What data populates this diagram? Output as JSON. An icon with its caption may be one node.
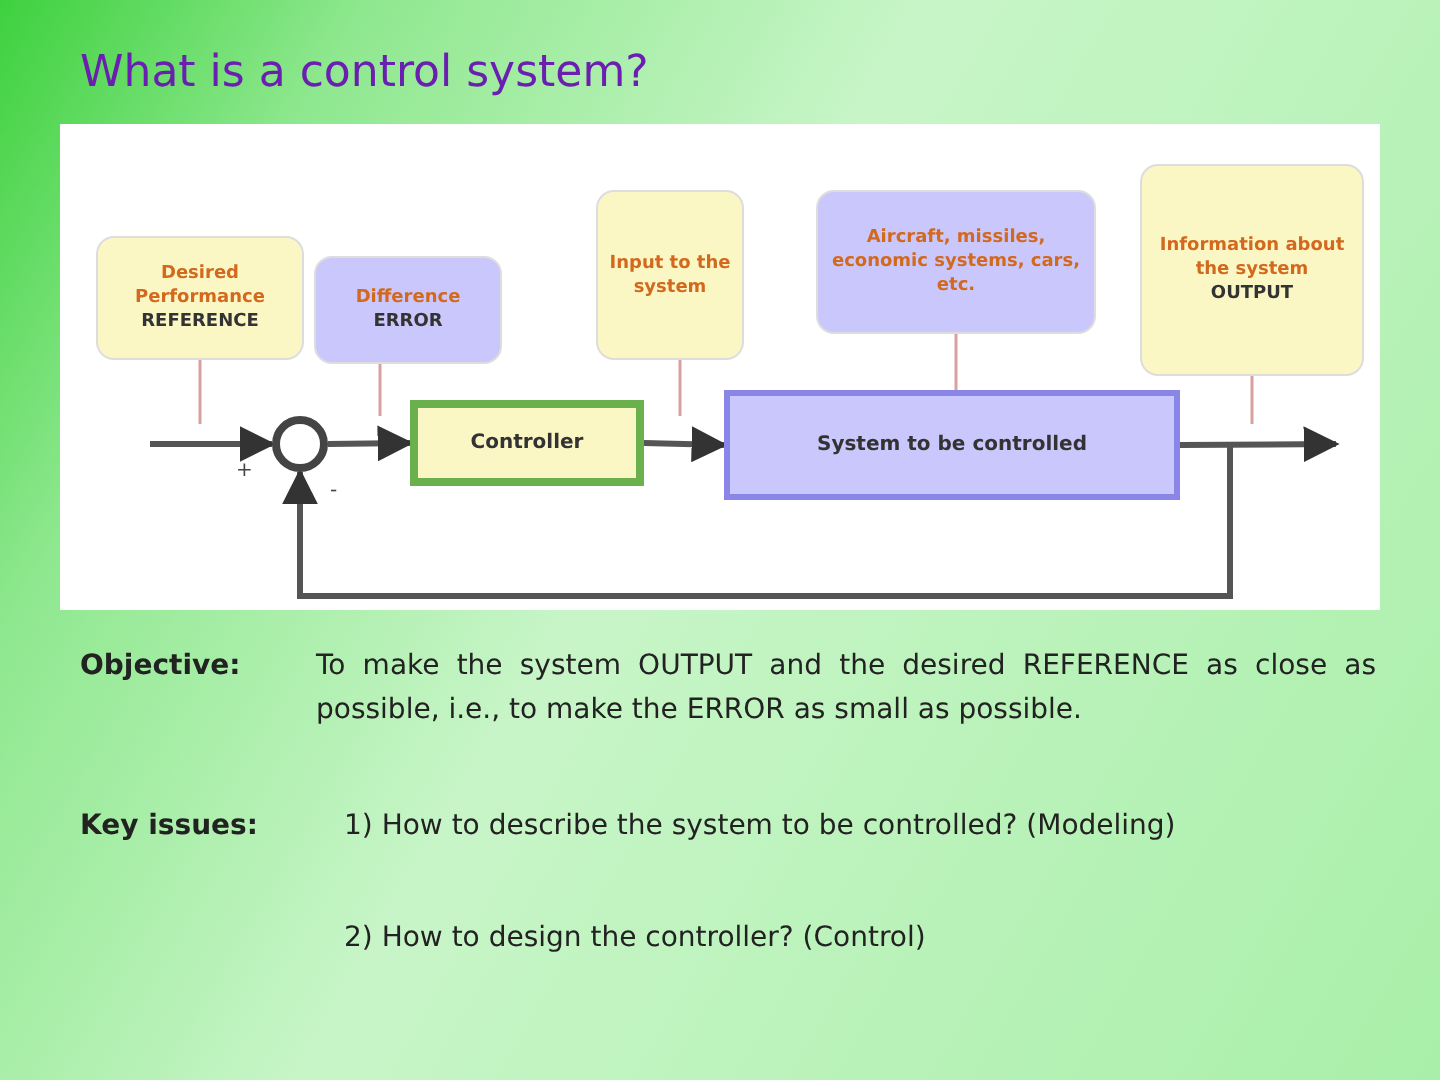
{
  "diagram": {
    "title": "What is a control system?",
    "nodes": [
      {
        "text": [
          "Desired Performance",
          "REFERENCE"
        ]
      },
      {
        "text": [
          "Difference",
          "ERROR"
        ]
      },
      {
        "text": [
          "Input to the system"
        ]
      },
      {
        "text": [
          "Aircraft, missiles, economic systems, cars, etc."
        ]
      },
      {
        "text": [
          "Information about the system",
          "OUTPUT"
        ]
      },
      {
        "text": [],
        "shape": "circle"
      },
      {
        "text": [
          "Controller"
        ]
      },
      {
        "text": [
          "System to be controlled"
        ]
      }
    ],
    "edges": [
      {
        "from": null,
        "to": 5,
        "arrow": "to",
        "style": "thick"
      },
      {
        "from": 5,
        "to": 6,
        "arrow": "to",
        "style": "thick"
      },
      {
        "from": 6,
        "to": 7,
        "arrow": "to",
        "style": "thick"
      },
      {
        "from": 7,
        "to": null,
        "arrow": "to",
        "style": "thick"
      },
      {
        "from": 7,
        "to": 5,
        "arrow": "to",
        "style": "thick"
      },
      {
        "from": 0,
        "to": null,
        "arrow": "none",
        "color": "#d8a0a0"
      },
      {
        "from": 1,
        "to": null,
        "arrow": "none",
        "color": "#d8a0a0"
      },
      {
        "from": 2,
        "to": null,
        "arrow": "none",
        "color": "#d8a0a0"
      },
      {
        "from": 3,
        "to": 7,
        "arrow": "none",
        "color": "#d8a0a0"
      },
      {
        "from": 4,
        "to": null,
        "arrow": "none",
        "color": "#d8a0a0"
      }
    ],
    "labels": [
      "+",
      "-",
      "Objective:",
      "To make the system OUTPUT and the desired REFERENCE as close as possible, i.e., to make the ERROR as small as possible.",
      "Key issues:",
      "1) How to describe the system to be controlled? (Modeling)",
      "2) How to design the controller? (Control)"
    ]
  }
}
